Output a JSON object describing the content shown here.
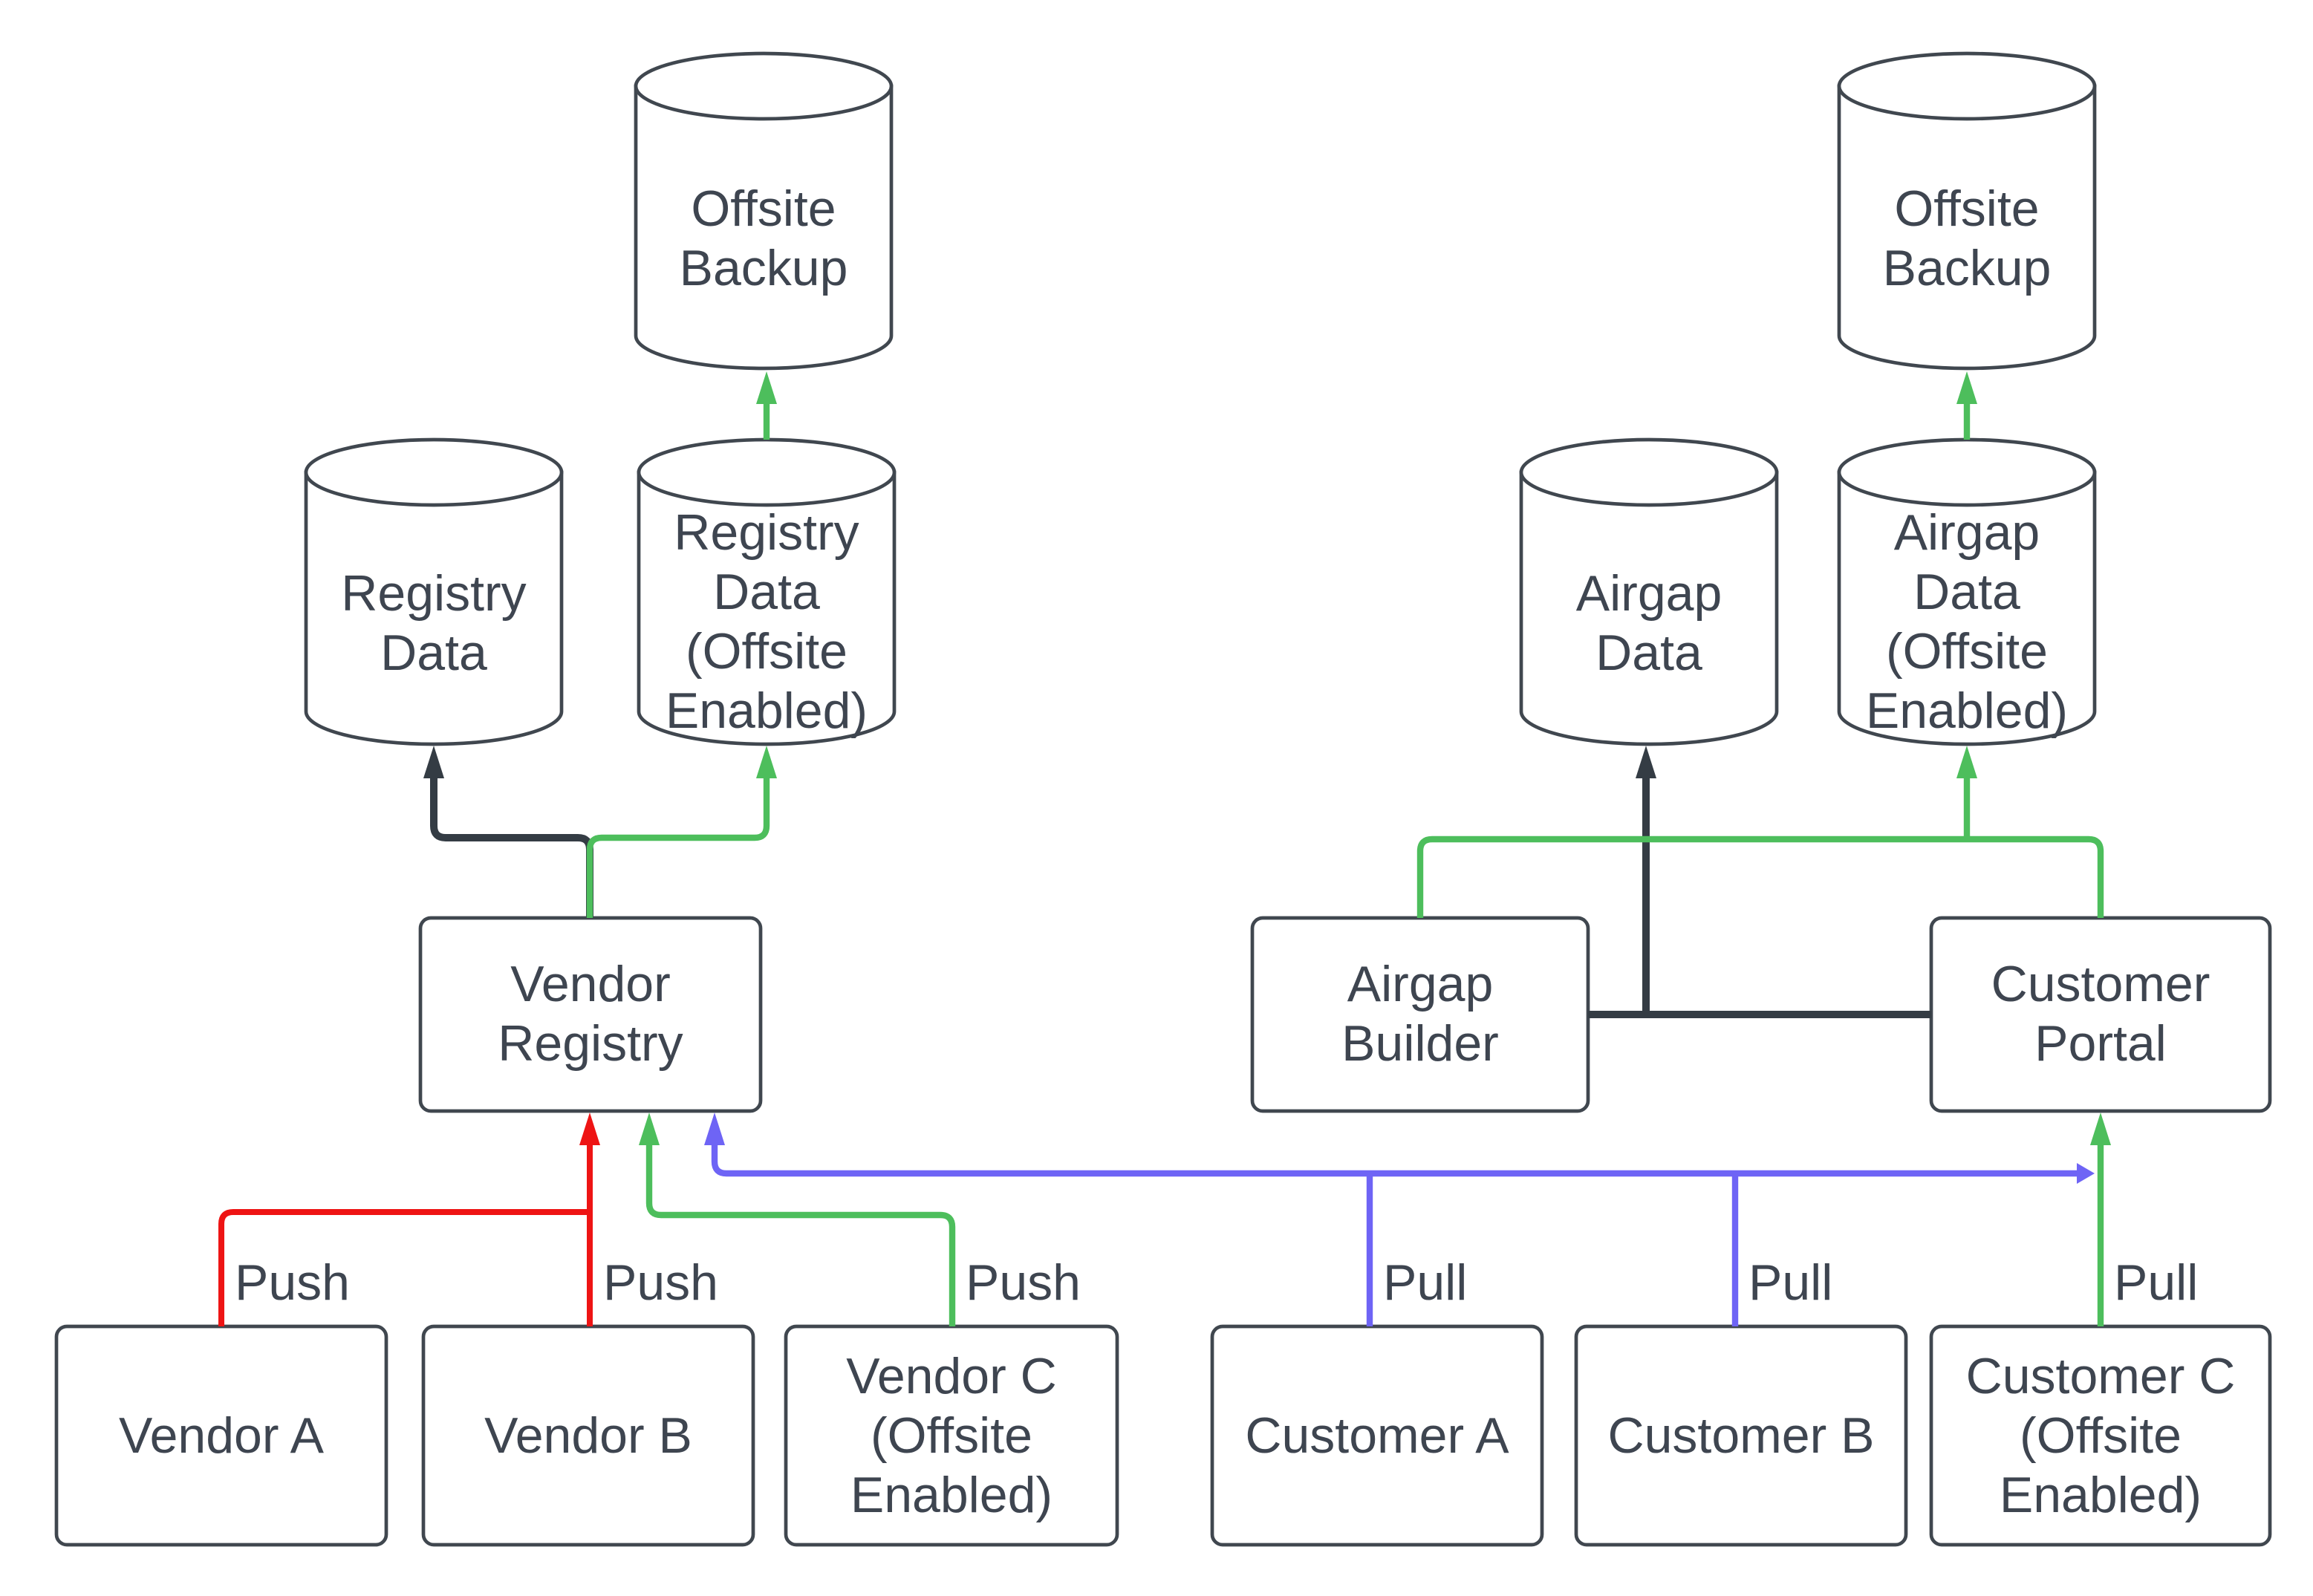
{
  "colors": {
    "red": "#ee1414",
    "green": "#4dbe5c",
    "blue": "#6e64f5",
    "dark": "#343c44",
    "border": "#40474f",
    "text": "#3e4550"
  },
  "diagram": {
    "nodes": {
      "offsite_backup_left": {
        "type": "database",
        "label": [
          "Offsite",
          "Backup"
        ]
      },
      "registry_data": {
        "type": "database",
        "label": [
          "Registry",
          "Data"
        ]
      },
      "registry_data_offsite": {
        "type": "database",
        "label": [
          "Registry",
          "Data",
          "(Offsite",
          "Enabled)"
        ]
      },
      "vendor_registry": {
        "type": "process",
        "label": [
          "Vendor",
          "Registry"
        ]
      },
      "vendor_a": {
        "type": "process",
        "label": [
          "Vendor A"
        ]
      },
      "vendor_b": {
        "type": "process",
        "label": [
          "Vendor B"
        ]
      },
      "vendor_c": {
        "type": "process",
        "label": [
          "Vendor C",
          "(Offsite",
          "Enabled)"
        ]
      },
      "offsite_backup_right": {
        "type": "database",
        "label": [
          "Offsite",
          "Backup"
        ]
      },
      "airgap_data": {
        "type": "database",
        "label": [
          "Airgap",
          "Data"
        ]
      },
      "airgap_data_offsite": {
        "type": "database",
        "label": [
          "Airgap",
          "Data",
          "(Offsite",
          "Enabled)"
        ]
      },
      "airgap_builder": {
        "type": "process",
        "label": [
          "Airgap",
          "Builder"
        ]
      },
      "customer_portal": {
        "type": "process",
        "label": [
          "Customer",
          "Portal"
        ]
      },
      "customer_a": {
        "type": "process",
        "label": [
          "Customer A"
        ]
      },
      "customer_b": {
        "type": "process",
        "label": [
          "Customer B"
        ]
      },
      "customer_c": {
        "type": "process",
        "label": [
          "Customer C",
          "(Offsite",
          "Enabled)"
        ]
      }
    },
    "edge_labels": {
      "push_a": "Push",
      "push_b": "Push",
      "push_c": "Push",
      "pull_a": "Pull",
      "pull_b": "Pull",
      "pull_c": "Pull"
    },
    "edges": [
      {
        "from": "Vendor A",
        "to": "Vendor Registry",
        "label": "Push",
        "color": "red"
      },
      {
        "from": "Vendor B",
        "to": "Vendor Registry",
        "label": "Push",
        "color": "red"
      },
      {
        "from": "Vendor C (Offsite Enabled)",
        "to": "Vendor Registry",
        "label": "Push",
        "color": "green"
      },
      {
        "from": "Vendor Registry",
        "to": "Registry Data",
        "color": "dark"
      },
      {
        "from": "Vendor Registry",
        "to": "Registry Data (Offsite Enabled)",
        "color": "green"
      },
      {
        "from": "Registry Data (Offsite Enabled)",
        "to": "Offsite Backup",
        "color": "green"
      },
      {
        "from": "Customer A",
        "to": "Vendor Registry",
        "label": "Pull",
        "color": "blue"
      },
      {
        "from": "Customer B",
        "to": "Vendor Registry",
        "label": "Pull",
        "color": "blue"
      },
      {
        "from": "Customer C (Offsite Enabled)",
        "to": "Customer Portal",
        "label": "Pull",
        "color": "green"
      },
      {
        "from": "Airgap Builder",
        "to": "Airgap Data",
        "color": "dark"
      },
      {
        "from": "Customer Portal",
        "to": "Airgap Data",
        "color": "dark"
      },
      {
        "from": "Airgap Builder",
        "to": "Airgap Data (Offsite Enabled)",
        "color": "green"
      },
      {
        "from": "Customer Portal",
        "to": "Airgap Data (Offsite Enabled)",
        "color": "green"
      },
      {
        "from": "Airgap Data (Offsite Enabled)",
        "to": "Offsite Backup",
        "color": "green"
      }
    ]
  }
}
